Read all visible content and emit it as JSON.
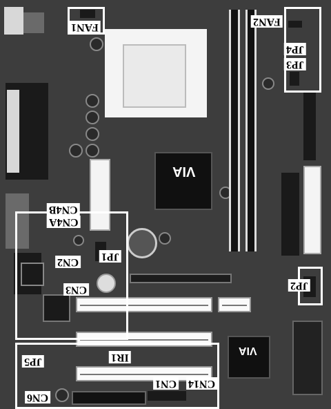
{
  "labels": {
    "fan1": "FAN1",
    "fan2": "FAN2",
    "jp3": "JP3",
    "jp4": "JP4",
    "cn4a": "CN4A",
    "cn4b": "CN4B",
    "jp1": "JP1",
    "cn2": "CN2",
    "cn3": "CN3",
    "jp2": "JP2",
    "ir1": "IR1",
    "jp5": "JP5",
    "cn1": "CN1",
    "cn14": "CN14",
    "cn6": "CN6"
  },
  "chips": {
    "north_bridge_logo": "VIA",
    "south_bridge_logo": "VIA"
  }
}
